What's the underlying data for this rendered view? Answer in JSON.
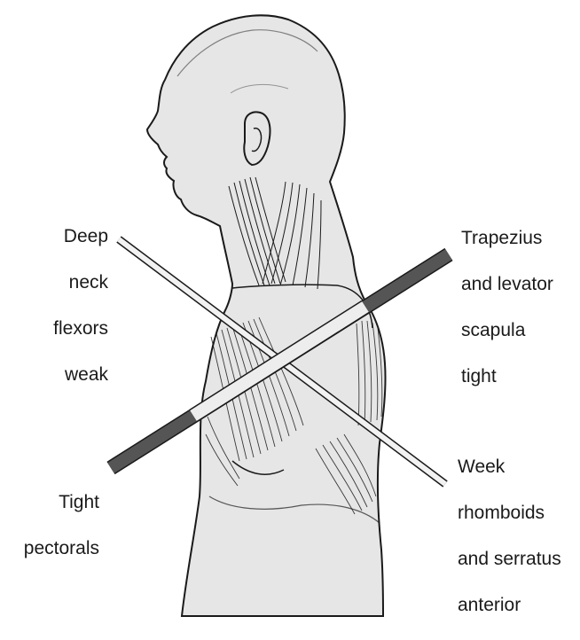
{
  "labels": {
    "deep_neck": [
      "Deep",
      "neck",
      "flexors",
      "weak"
    ],
    "trapezius": [
      "Trapezius",
      "and levator",
      "scapula",
      "tight"
    ],
    "pectorals": [
      "Tight",
      "pectorals"
    ],
    "rhomboids": [
      "Week",
      "rhomboids",
      "and serratus",
      "anterior"
    ]
  },
  "colors": {
    "skin": "#e6e6e6",
    "outline": "#1a1a1a",
    "tight_bar": "#555555",
    "weak_bar": "#f2f2f2",
    "background": "#ffffff"
  }
}
